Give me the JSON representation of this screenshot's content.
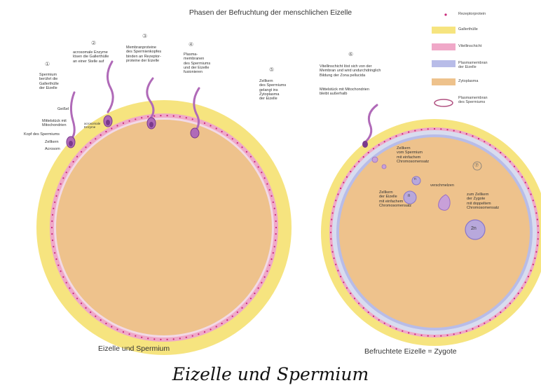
{
  "title": "Phasen der Befruchtung der menschlichen Eizelle",
  "caption": "Eizelle und Spermium",
  "subtitle_left": "Eizelle und Spermium",
  "subtitle_right": "Befruchtete Eizelle = Zygote",
  "colors": {
    "zona": "#f6e47f",
    "vitelline": "#f0a8c8",
    "membrane": "#b8bce8",
    "cytoplasm": "#eec28c",
    "receptor": "#c9287a",
    "sperm": "#b06ab8"
  },
  "legend": [
    {
      "label": "Rezeptorprotein",
      "swatch": "receptor"
    },
    {
      "label": "Gallerthülle",
      "swatch": "zona"
    },
    {
      "label": "Vitellinschicht",
      "swatch": "vitelline"
    },
    {
      "label": "Plasmamembran\nder Eizelle",
      "swatch": "membrane"
    },
    {
      "label": "Zytoplasma",
      "swatch": "cytoplasm"
    },
    {
      "label": "Plasmamembran\ndes Spermiums",
      "swatch": "ring"
    }
  ],
  "steps": {
    "s1": {
      "num": "①",
      "text": "Spermium\nberührt die\nGallerthülle\nder Eizelle"
    },
    "s2": {
      "num": "②",
      "text": "acrosomale Enzyme\nlösen die Gallerthülle\nan einer Stelle auf"
    },
    "s3": {
      "num": "③",
      "text": "Membranproteine\ndes Spermienkopfes\nbinden an Rezeptor-\nproteine der Eizelle"
    },
    "s4": {
      "num": "④",
      "text": "Plasma-\nmembranen\ndes Spermiums\nund der Eizelle\nfusionieren"
    },
    "s5": {
      "num": "⑤",
      "text": "Zellkern\ndes Spermiums\ngelangt ins\nZytoplasma\nder Eizelle"
    },
    "s6": {
      "num": "⑥",
      "text": "Vitellinschicht löst sich von der\nMembran und wird undurchdringlich\nBildung der Zona pellucida"
    },
    "s6b": {
      "text": "Mittelstück mit Mitochondrien\nbleibt außerhalb"
    },
    "s7": {
      "num": "⑦"
    }
  },
  "sperm_parts": {
    "geissel": "Geißel",
    "mittelstueck": "Mittelstück mit\nMitochondrien",
    "kopf": "Kopf des Spermiums",
    "zellkern": "Zellkern",
    "akrosom": "Acrosom",
    "enzyme": "acrosomale\nEnzyme"
  },
  "zygote_labels": {
    "sperm_nucleus": "Zellkern\nvom Spermium\nmit einfachem\nChromosomensatz",
    "egg_nucleus": "Zellkern\nder Eizelle\nmit einfachem\nChromosomensatz",
    "fusion": "verschmelzen",
    "zygote_nucleus": "zum Zellkern\nder Zygote\nmit doppeltem\nChromosomensatz",
    "n": "n",
    "n_small": "n",
    "two_n": "2n"
  }
}
